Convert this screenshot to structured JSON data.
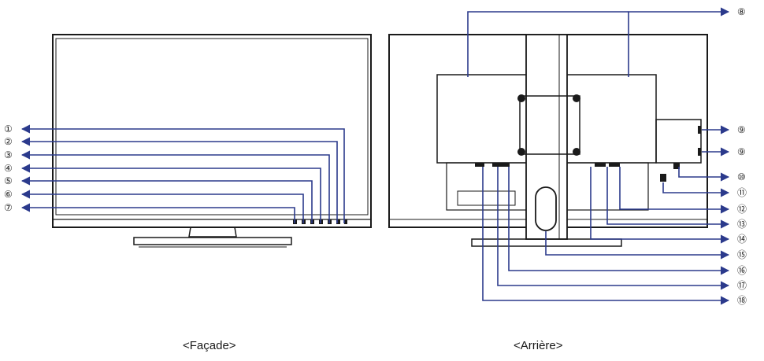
{
  "colors": {
    "callout": "#2b3a8c",
    "drawing": "#1a1a1a",
    "background": "#ffffff"
  },
  "front": {
    "caption": "<Façade>",
    "callouts": [
      "①",
      "②",
      "③",
      "④",
      "⑤",
      "⑥",
      "⑦"
    ]
  },
  "rear": {
    "caption": "<Arrière>",
    "callouts": [
      "⑧",
      "⑨",
      "⑨",
      "⑩",
      "⑪",
      "⑫",
      "⑬",
      "⑭",
      "⑮",
      "⑯",
      "⑰",
      "⑱"
    ]
  }
}
